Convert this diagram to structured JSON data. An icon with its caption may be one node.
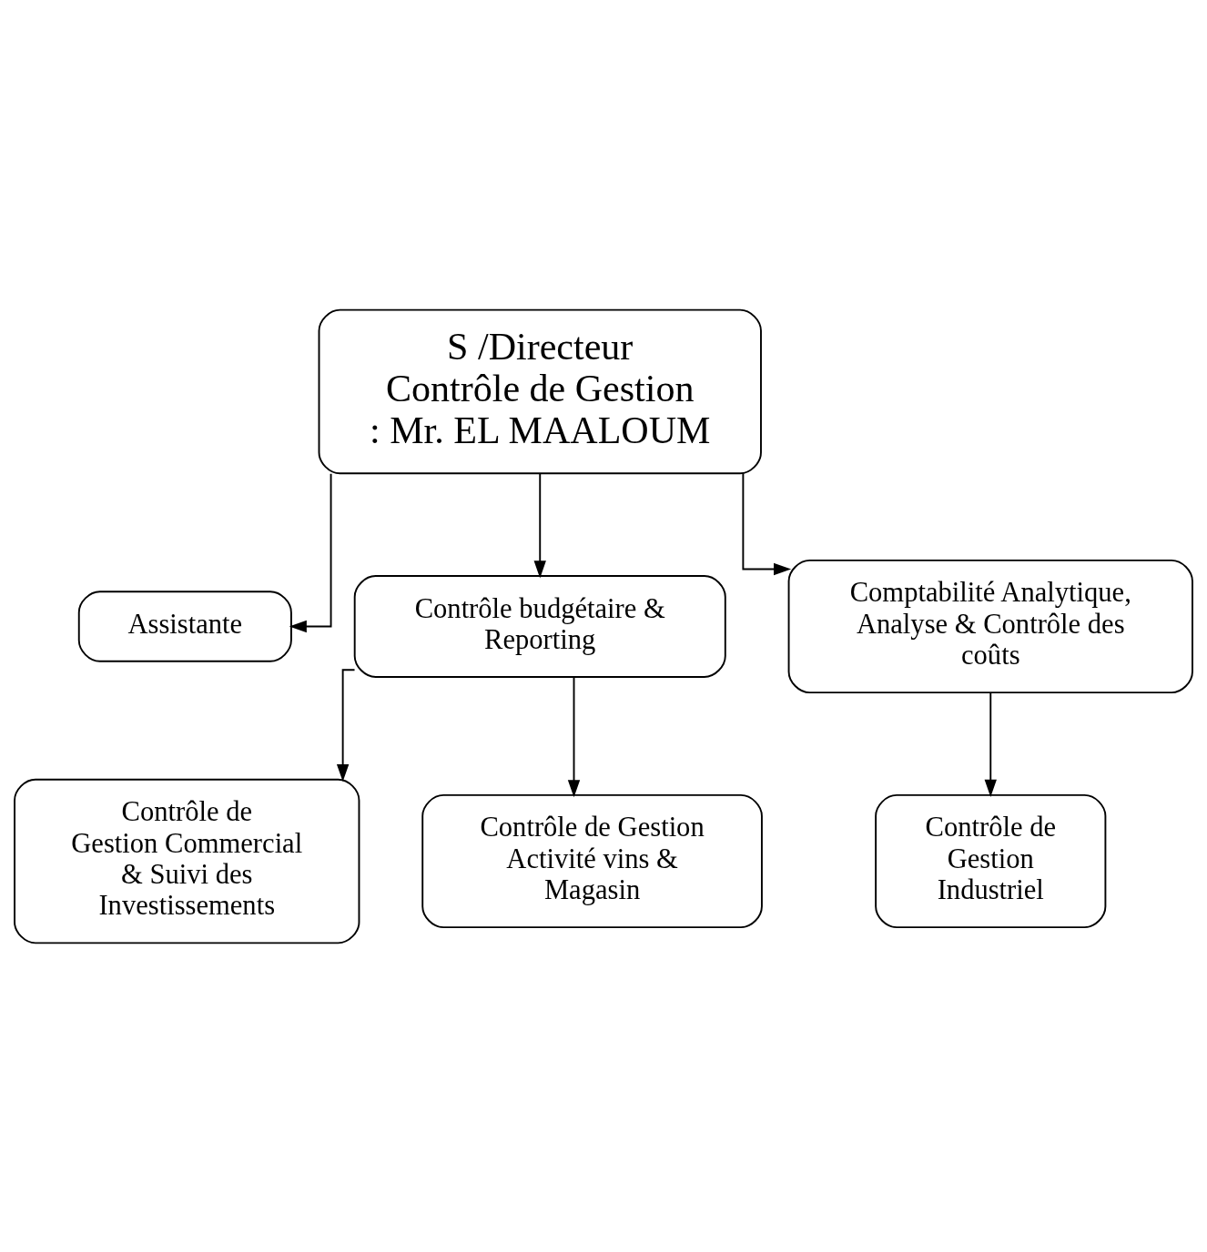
{
  "diagram": {
    "nodes": [
      {
        "text": [
          "S /Directeur Contrôle de Gestion : Mr. EL MAALOUM"
        ]
      },
      {
        "text": [
          "Assistante"
        ]
      },
      {
        "text": [
          "Contrôle budgétaire & Reporting"
        ]
      },
      {
        "text": [
          "Comptabilité Analytique, Analyse & Contrôle des coûts"
        ]
      },
      {
        "text": [
          "Contrôle de Gestion Commercial & Suivi des Investissements"
        ]
      },
      {
        "text": [
          "Contrôle de Gestion Activité vins & Magasin"
        ]
      },
      {
        "text": [
          "Contrôle de Gestion Industriel"
        ]
      }
    ],
    "edges": [
      {
        "from": 0,
        "to": 1,
        "arrow": "to"
      },
      {
        "from": 0,
        "to": 2,
        "arrow": "to"
      },
      {
        "from": 0,
        "to": 3,
        "arrow": "to"
      },
      {
        "from": 2,
        "to": 4,
        "arrow": "to"
      },
      {
        "from": 2,
        "to": 5,
        "arrow": "to"
      },
      {
        "from": 3,
        "to": 6,
        "arrow": "to"
      }
    ]
  }
}
